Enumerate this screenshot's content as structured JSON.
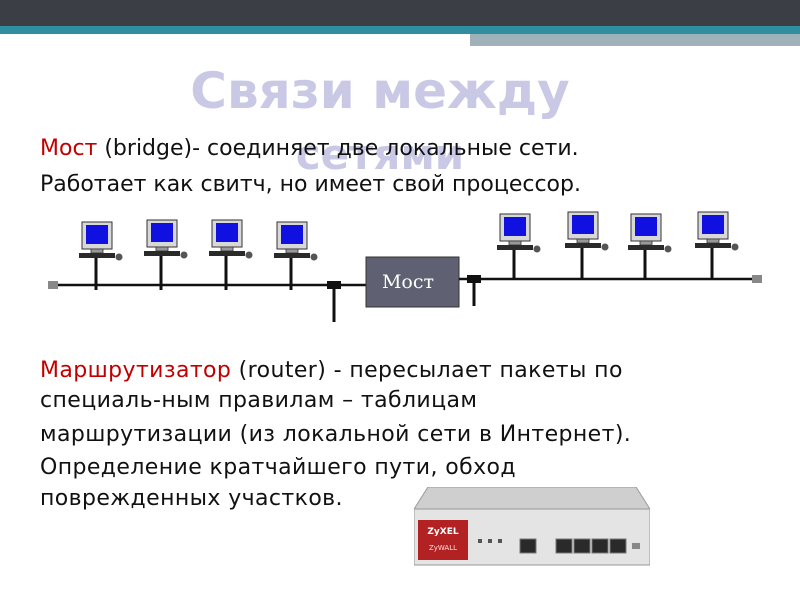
{
  "slide": {
    "title_line1": "Связи между",
    "title_line2": "сетями",
    "bridge": {
      "term": "Мост",
      "rest": " (bridge)- соединяет две локальные сети.",
      "line2": "Работает как свитч, но имеет свой процессор."
    },
    "diagram": {
      "bridge_label": "Мост",
      "left_computers": 4,
      "right_computers": 4
    },
    "router": {
      "term": "Маршрутизатор",
      "rest": " (router) - пересылает пакеты по",
      "line2": "специаль-ным правилам – таблицам",
      "line3": "маршрутизации (из локальной сети в Интернет).",
      "line4": "Определение кратчайшего пути, обход",
      "line5": "поврежденных участков.",
      "brand": "ZyXEL",
      "model": "ZyWALL"
    }
  }
}
